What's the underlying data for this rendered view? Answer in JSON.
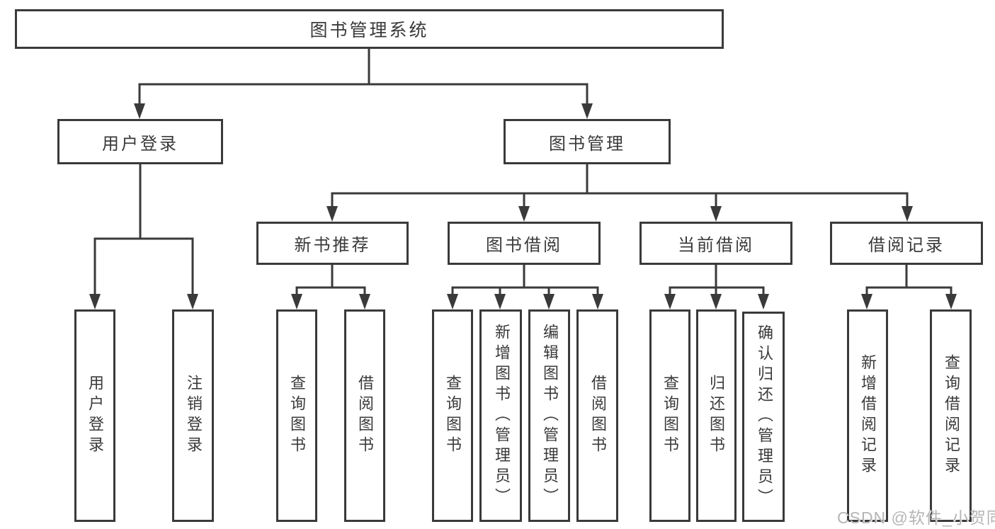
{
  "diagram_title": "图书管理系统",
  "nodes": {
    "root": {
      "label": "图书管理系统"
    },
    "user_login": {
      "label": "用户登录"
    },
    "book_mgmt": {
      "label": "图书管理"
    },
    "new_book_rec": {
      "label": "新书推荐"
    },
    "book_borrow": {
      "label": "图书借阅"
    },
    "current_borrow": {
      "label": "当前借阅"
    },
    "borrow_record": {
      "label": "借阅记录"
    },
    "leaf_user_login": {
      "label": "用户登录"
    },
    "leaf_logout": {
      "label": "注销登录"
    },
    "leaf_query_book_1": {
      "label": "查询图书"
    },
    "leaf_borrow_book_1": {
      "label": "借阅图书"
    },
    "leaf_query_book_2": {
      "label": "查询图书"
    },
    "leaf_add_book": {
      "label": "新增图书（管理员）"
    },
    "leaf_edit_book": {
      "label": "编辑图书（管理员）"
    },
    "leaf_borrow_book_2": {
      "label": "借阅图书"
    },
    "leaf_query_book_3": {
      "label": "查询图书"
    },
    "leaf_return_book": {
      "label": "归还图书"
    },
    "leaf_confirm_return": {
      "label": "确认归还（管理员）"
    },
    "leaf_add_record": {
      "label": "新增借阅记录"
    },
    "leaf_query_record": {
      "label": "查询借阅记录"
    }
  },
  "hierarchy": {
    "图书管理系统": {
      "用户登录": [
        "用户登录",
        "注销登录"
      ],
      "图书管理": {
        "新书推荐": [
          "查询图书",
          "借阅图书"
        ],
        "图书借阅": [
          "查询图书",
          "新增图书（管理员）",
          "编辑图书（管理员）",
          "借阅图书"
        ],
        "当前借阅": [
          "查询图书",
          "归还图书",
          "确认归还（管理员）"
        ],
        "借阅记录": [
          "新增借阅记录",
          "查询借阅记录"
        ]
      }
    }
  },
  "watermark": {
    "text": "CSDN @软件_小贺同学"
  },
  "colors": {
    "line": "#3a3a3a",
    "box_border": "#3a3a3a",
    "box_fill": "#ffffff",
    "background": "#ffffff",
    "watermark": "#b5b5b5"
  }
}
